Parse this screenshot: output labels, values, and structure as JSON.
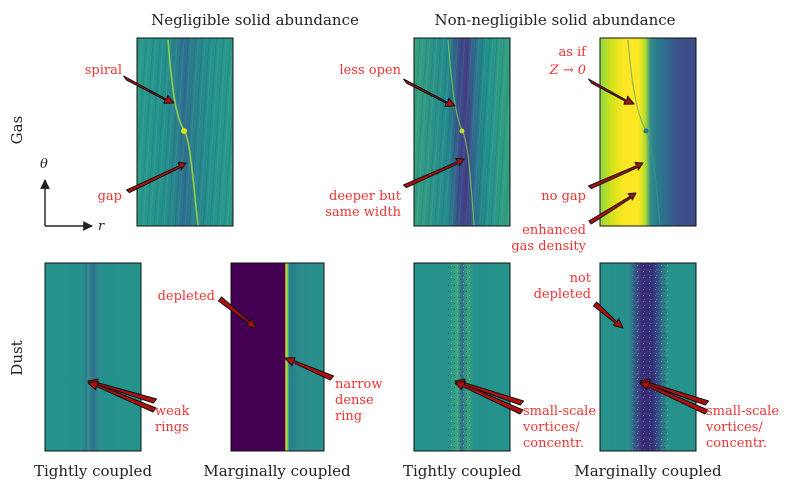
{
  "headers": {
    "left": "Negligible solid abundance",
    "right": "Non-negligible solid abundance"
  },
  "row_labels": {
    "gas": "Gas",
    "dust": "Dust"
  },
  "axes": {
    "theta": "θ",
    "r": "r"
  },
  "captions": {
    "c1": "Tightly coupled",
    "c2": "Marginally coupled",
    "c3": "Tightly coupled",
    "c4": "Marginally coupled"
  },
  "annotations": {
    "spiral": "spiral",
    "gap": "gap",
    "less_open": "less open",
    "deeper_1": "deeper but",
    "deeper_2": "same width",
    "as_if": "as if",
    "z_to_0": "Z → 0",
    "no_gap": "no gap",
    "enhanced_1": "enhanced",
    "enhanced_2": "gas density",
    "depleted": "depleted",
    "narrow_1": "narrow",
    "narrow_2": "dense",
    "narrow_3": "ring",
    "weak_1": "weak",
    "weak_2": "rings",
    "small_1": "small-scale",
    "small_2": "vortices/",
    "small_3": "concentr.",
    "not_dep_1": "not",
    "not_dep_2": "depleted",
    "small_b1": "small-scale",
    "small_b2": "vortices/",
    "small_b3": "concentr."
  },
  "colors": {
    "annotation": "#ee3333",
    "arrow_fill": "#b01010",
    "teal": "#26918c",
    "dark_purple": "#440154",
    "yellow": "#fde725"
  }
}
